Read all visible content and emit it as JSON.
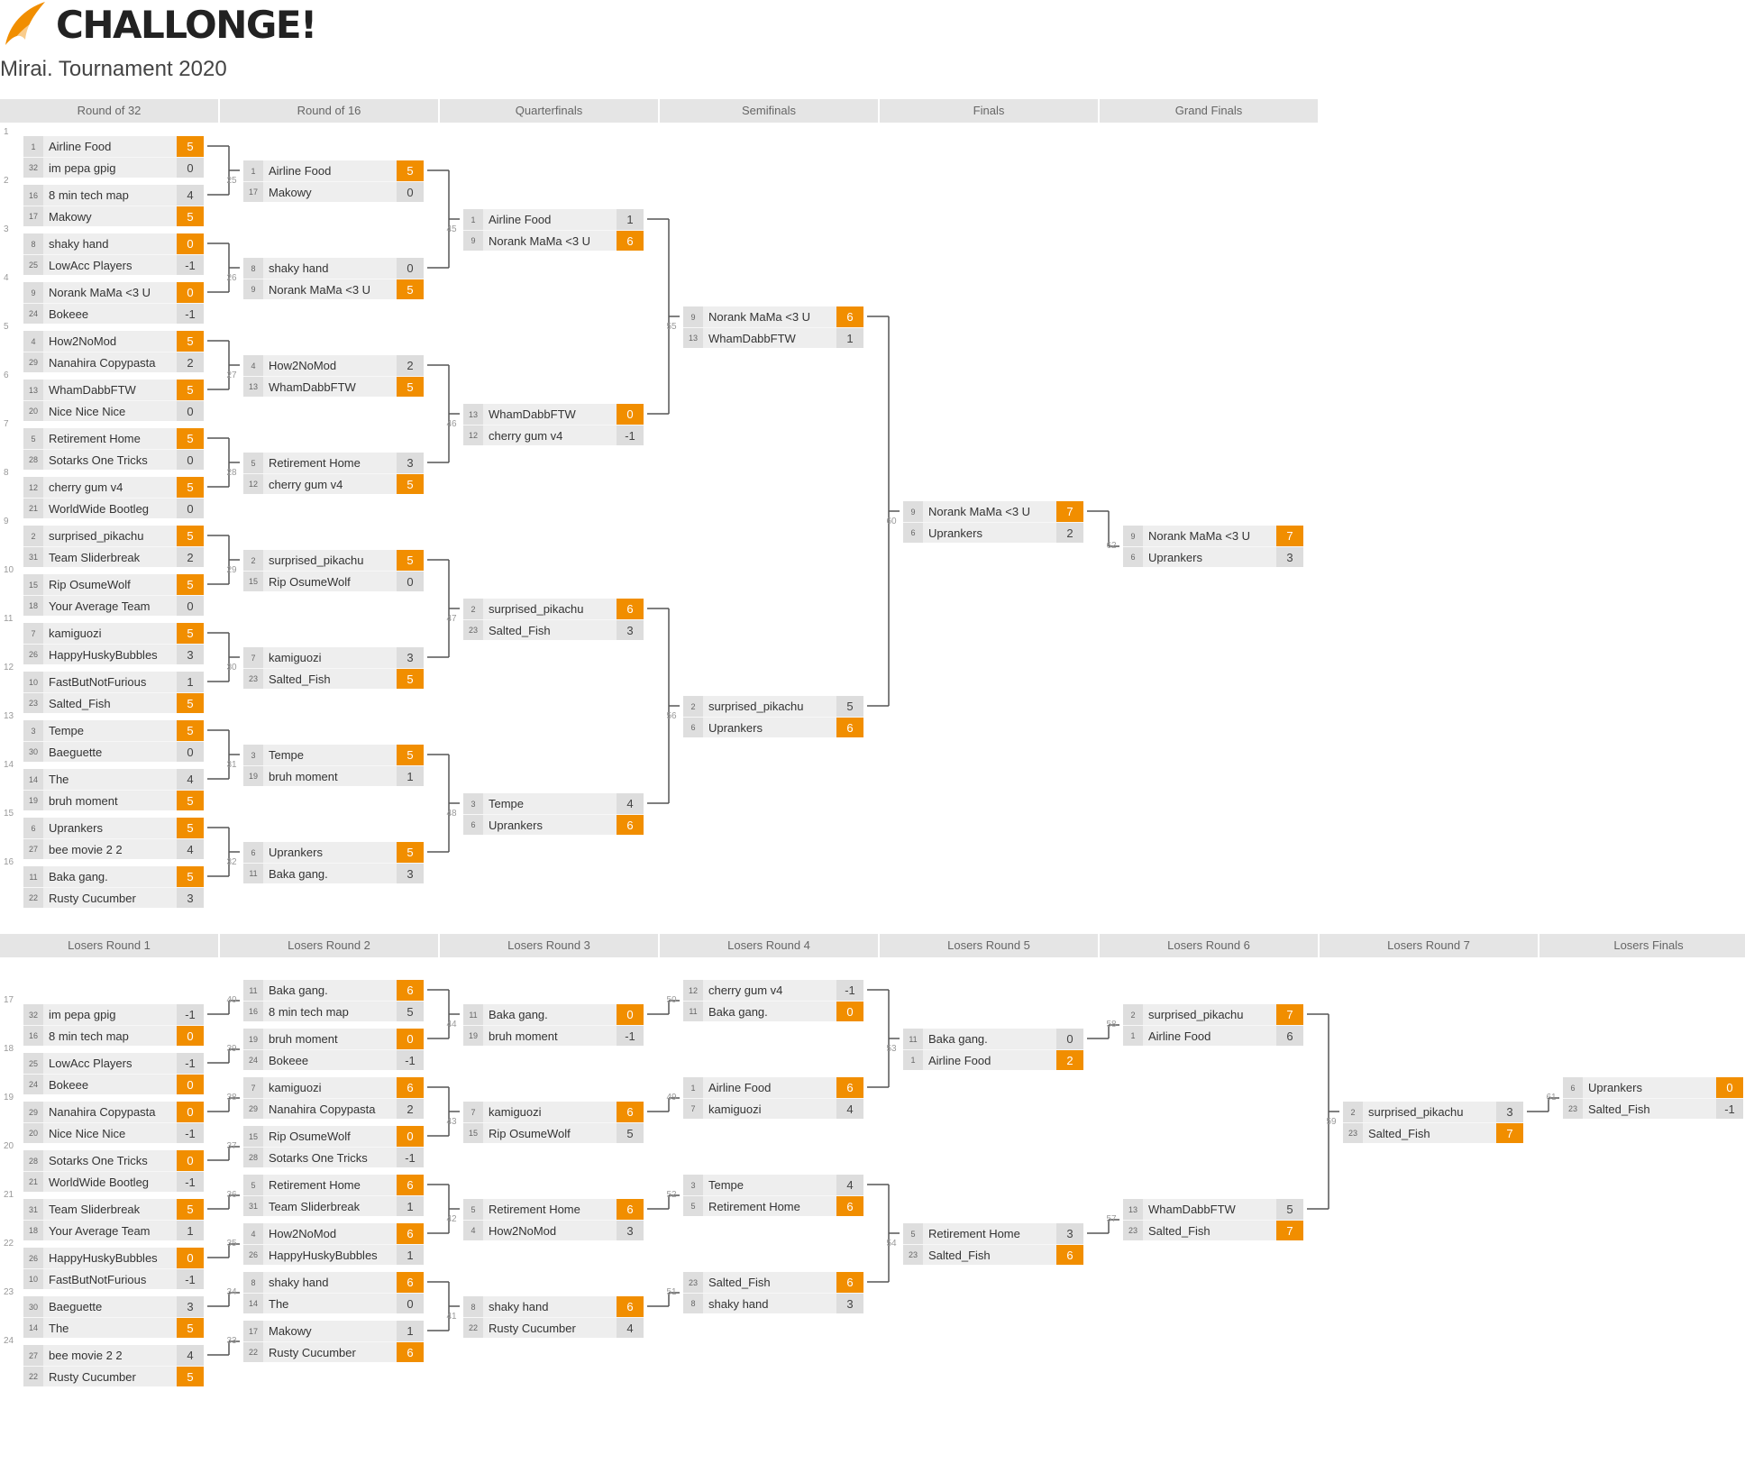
{
  "brand": "CHALLONGE!",
  "tournament_title": "Mirai. Tournament 2020",
  "colors": {
    "accent": "#f18e00",
    "header_bg": "#e5e5e5"
  },
  "winners_rounds": [
    "Round of 32",
    "Round of 16",
    "Quarterfinals",
    "Semifinals",
    "Finals",
    "Grand Finals"
  ],
  "losers_rounds": [
    "Losers Round 1",
    "Losers Round 2",
    "Losers Round 3",
    "Losers Round 4",
    "Losers Round 5",
    "Losers Round 6",
    "Losers Round 7",
    "Losers Finals"
  ],
  "winners": [
    [
      {
        "id": "1",
        "p": [
          [
            "1",
            "Airline Food",
            "5",
            true
          ],
          [
            "32",
            "im pepa gpig",
            "0",
            false
          ]
        ]
      },
      {
        "id": "2",
        "p": [
          [
            "16",
            "8 min tech map",
            "4",
            false
          ],
          [
            "17",
            "Makowy",
            "5",
            true
          ]
        ]
      },
      {
        "id": "3",
        "p": [
          [
            "8",
            "shaky hand",
            "0",
            true
          ],
          [
            "25",
            "LowAcc Players",
            "-1",
            false
          ]
        ]
      },
      {
        "id": "4",
        "p": [
          [
            "9",
            "Norank MaMa <3 U",
            "0",
            true
          ],
          [
            "24",
            "Bokeee",
            "-1",
            false
          ]
        ]
      },
      {
        "id": "5",
        "p": [
          [
            "4",
            "How2NoMod",
            "5",
            true
          ],
          [
            "29",
            "Nanahira Copypasta",
            "2",
            false
          ]
        ]
      },
      {
        "id": "6",
        "p": [
          [
            "13",
            "WhamDabbFTW",
            "5",
            true
          ],
          [
            "20",
            "Nice Nice Nice",
            "0",
            false
          ]
        ]
      },
      {
        "id": "7",
        "p": [
          [
            "5",
            "Retirement Home",
            "5",
            true
          ],
          [
            "28",
            "Sotarks One Tricks",
            "0",
            false
          ]
        ]
      },
      {
        "id": "8",
        "p": [
          [
            "12",
            "cherry gum v4",
            "5",
            true
          ],
          [
            "21",
            "WorldWide Bootleg",
            "0",
            false
          ]
        ]
      },
      {
        "id": "9",
        "p": [
          [
            "2",
            "surprised_pikachu",
            "5",
            true
          ],
          [
            "31",
            "Team Sliderbreak",
            "2",
            false
          ]
        ]
      },
      {
        "id": "10",
        "p": [
          [
            "15",
            "Rip OsumeWolf",
            "5",
            true
          ],
          [
            "18",
            "Your Average Team",
            "0",
            false
          ]
        ]
      },
      {
        "id": "11",
        "p": [
          [
            "7",
            "kamiguozi",
            "5",
            true
          ],
          [
            "26",
            "HappyHuskyBubbles",
            "3",
            false
          ]
        ]
      },
      {
        "id": "12",
        "p": [
          [
            "10",
            "FastButNotFurious",
            "1",
            false
          ],
          [
            "23",
            "Salted_Fish",
            "5",
            true
          ]
        ]
      },
      {
        "id": "13",
        "p": [
          [
            "3",
            "Tempe",
            "5",
            true
          ],
          [
            "30",
            "Baeguette",
            "0",
            false
          ]
        ]
      },
      {
        "id": "14",
        "p": [
          [
            "14",
            "The",
            "4",
            false
          ],
          [
            "19",
            "bruh moment",
            "5",
            true
          ]
        ]
      },
      {
        "id": "15",
        "p": [
          [
            "6",
            "Uprankers",
            "5",
            true
          ],
          [
            "27",
            "bee movie 2 2",
            "4",
            false
          ]
        ]
      },
      {
        "id": "16",
        "p": [
          [
            "11",
            "Baka gang.",
            "5",
            true
          ],
          [
            "22",
            "Rusty Cucumber",
            "3",
            false
          ]
        ]
      }
    ],
    [
      {
        "id": "25",
        "p": [
          [
            "1",
            "Airline Food",
            "5",
            true
          ],
          [
            "17",
            "Makowy",
            "0",
            false
          ]
        ]
      },
      {
        "id": "26",
        "p": [
          [
            "8",
            "shaky hand",
            "0",
            false
          ],
          [
            "9",
            "Norank MaMa <3 U",
            "5",
            true
          ]
        ]
      },
      {
        "id": "27",
        "p": [
          [
            "4",
            "How2NoMod",
            "2",
            false
          ],
          [
            "13",
            "WhamDabbFTW",
            "5",
            true
          ]
        ]
      },
      {
        "id": "28",
        "p": [
          [
            "5",
            "Retirement Home",
            "3",
            false
          ],
          [
            "12",
            "cherry gum v4",
            "5",
            true
          ]
        ]
      },
      {
        "id": "29",
        "p": [
          [
            "2",
            "surprised_pikachu",
            "5",
            true
          ],
          [
            "15",
            "Rip OsumeWolf",
            "0",
            false
          ]
        ]
      },
      {
        "id": "30",
        "p": [
          [
            "7",
            "kamiguozi",
            "3",
            false
          ],
          [
            "23",
            "Salted_Fish",
            "5",
            true
          ]
        ]
      },
      {
        "id": "31",
        "p": [
          [
            "3",
            "Tempe",
            "5",
            true
          ],
          [
            "19",
            "bruh moment",
            "1",
            false
          ]
        ]
      },
      {
        "id": "32",
        "p": [
          [
            "6",
            "Uprankers",
            "5",
            true
          ],
          [
            "11",
            "Baka gang.",
            "3",
            false
          ]
        ]
      }
    ],
    [
      {
        "id": "45",
        "p": [
          [
            "1",
            "Airline Food",
            "1",
            false
          ],
          [
            "9",
            "Norank MaMa <3 U",
            "6",
            true
          ]
        ]
      },
      {
        "id": "46",
        "p": [
          [
            "13",
            "WhamDabbFTW",
            "0",
            true
          ],
          [
            "12",
            "cherry gum v4",
            "-1",
            false
          ]
        ]
      },
      {
        "id": "47",
        "p": [
          [
            "2",
            "surprised_pikachu",
            "6",
            true
          ],
          [
            "23",
            "Salted_Fish",
            "3",
            false
          ]
        ]
      },
      {
        "id": "48",
        "p": [
          [
            "3",
            "Tempe",
            "4",
            false
          ],
          [
            "6",
            "Uprankers",
            "6",
            true
          ]
        ]
      }
    ],
    [
      {
        "id": "55",
        "p": [
          [
            "9",
            "Norank MaMa <3 U",
            "6",
            true
          ],
          [
            "13",
            "WhamDabbFTW",
            "1",
            false
          ]
        ]
      },
      {
        "id": "56",
        "p": [
          [
            "2",
            "surprised_pikachu",
            "5",
            false
          ],
          [
            "6",
            "Uprankers",
            "6",
            true
          ]
        ]
      }
    ],
    [
      {
        "id": "60",
        "p": [
          [
            "9",
            "Norank MaMa <3 U",
            "7",
            true
          ],
          [
            "6",
            "Uprankers",
            "2",
            false
          ]
        ]
      }
    ],
    [
      {
        "id": "62",
        "p": [
          [
            "9",
            "Norank MaMa <3 U",
            "7",
            true
          ],
          [
            "6",
            "Uprankers",
            "3",
            false
          ]
        ]
      }
    ]
  ],
  "losers": [
    [
      {
        "id": "17",
        "p": [
          [
            "32",
            "im pepa gpig",
            "-1",
            false
          ],
          [
            "16",
            "8 min tech map",
            "0",
            true
          ]
        ]
      },
      {
        "id": "18",
        "p": [
          [
            "25",
            "LowAcc Players",
            "-1",
            false
          ],
          [
            "24",
            "Bokeee",
            "0",
            true
          ]
        ]
      },
      {
        "id": "19",
        "p": [
          [
            "29",
            "Nanahira Copypasta",
            "0",
            true
          ],
          [
            "20",
            "Nice Nice Nice",
            "-1",
            false
          ]
        ]
      },
      {
        "id": "20",
        "p": [
          [
            "28",
            "Sotarks One Tricks",
            "0",
            true
          ],
          [
            "21",
            "WorldWide Bootleg",
            "-1",
            false
          ]
        ]
      },
      {
        "id": "21",
        "p": [
          [
            "31",
            "Team Sliderbreak",
            "5",
            true
          ],
          [
            "18",
            "Your Average Team",
            "1",
            false
          ]
        ]
      },
      {
        "id": "22",
        "p": [
          [
            "26",
            "HappyHuskyBubbles",
            "0",
            true
          ],
          [
            "10",
            "FastButNotFurious",
            "-1",
            false
          ]
        ]
      },
      {
        "id": "23",
        "p": [
          [
            "30",
            "Baeguette",
            "3",
            false
          ],
          [
            "14",
            "The",
            "5",
            true
          ]
        ]
      },
      {
        "id": "24",
        "p": [
          [
            "27",
            "bee movie 2 2",
            "4",
            false
          ],
          [
            "22",
            "Rusty Cucumber",
            "5",
            true
          ]
        ]
      }
    ],
    [
      {
        "id": "40",
        "p": [
          [
            "11",
            "Baka gang.",
            "6",
            true
          ],
          [
            "16",
            "8 min tech map",
            "5",
            false
          ]
        ]
      },
      {
        "id": "39",
        "p": [
          [
            "19",
            "bruh moment",
            "0",
            true
          ],
          [
            "24",
            "Bokeee",
            "-1",
            false
          ]
        ]
      },
      {
        "id": "38",
        "p": [
          [
            "7",
            "kamiguozi",
            "6",
            true
          ],
          [
            "29",
            "Nanahira Copypasta",
            "2",
            false
          ]
        ]
      },
      {
        "id": "37",
        "p": [
          [
            "15",
            "Rip OsumeWolf",
            "0",
            true
          ],
          [
            "28",
            "Sotarks One Tricks",
            "-1",
            false
          ]
        ]
      },
      {
        "id": "36",
        "p": [
          [
            "5",
            "Retirement Home",
            "6",
            true
          ],
          [
            "31",
            "Team Sliderbreak",
            "1",
            false
          ]
        ]
      },
      {
        "id": "35",
        "p": [
          [
            "4",
            "How2NoMod",
            "6",
            true
          ],
          [
            "26",
            "HappyHuskyBubbles",
            "1",
            false
          ]
        ]
      },
      {
        "id": "34",
        "p": [
          [
            "8",
            "shaky hand",
            "6",
            true
          ],
          [
            "14",
            "The",
            "0",
            false
          ]
        ]
      },
      {
        "id": "33",
        "p": [
          [
            "17",
            "Makowy",
            "1",
            false
          ],
          [
            "22",
            "Rusty Cucumber",
            "6",
            true
          ]
        ]
      }
    ],
    [
      {
        "id": "44",
        "p": [
          [
            "11",
            "Baka gang.",
            "0",
            true
          ],
          [
            "19",
            "bruh moment",
            "-1",
            false
          ]
        ]
      },
      {
        "id": "43",
        "p": [
          [
            "7",
            "kamiguozi",
            "6",
            true
          ],
          [
            "15",
            "Rip OsumeWolf",
            "5",
            false
          ]
        ]
      },
      {
        "id": "42",
        "p": [
          [
            "5",
            "Retirement Home",
            "6",
            true
          ],
          [
            "4",
            "How2NoMod",
            "3",
            false
          ]
        ]
      },
      {
        "id": "41",
        "p": [
          [
            "8",
            "shaky hand",
            "6",
            true
          ],
          [
            "22",
            "Rusty Cucumber",
            "4",
            false
          ]
        ]
      }
    ],
    [
      {
        "id": "50",
        "p": [
          [
            "12",
            "cherry gum v4",
            "-1",
            false
          ],
          [
            "11",
            "Baka gang.",
            "0",
            true
          ]
        ]
      },
      {
        "id": "49",
        "p": [
          [
            "1",
            "Airline Food",
            "6",
            true
          ],
          [
            "7",
            "kamiguozi",
            "4",
            false
          ]
        ]
      },
      {
        "id": "52",
        "p": [
          [
            "3",
            "Tempe",
            "4",
            false
          ],
          [
            "5",
            "Retirement Home",
            "6",
            true
          ]
        ]
      },
      {
        "id": "51",
        "p": [
          [
            "23",
            "Salted_Fish",
            "6",
            true
          ],
          [
            "8",
            "shaky hand",
            "3",
            false
          ]
        ]
      }
    ],
    [
      {
        "id": "53",
        "p": [
          [
            "11",
            "Baka gang.",
            "0",
            false
          ],
          [
            "1",
            "Airline Food",
            "2",
            true
          ]
        ]
      },
      {
        "id": "54",
        "p": [
          [
            "5",
            "Retirement Home",
            "3",
            false
          ],
          [
            "23",
            "Salted_Fish",
            "6",
            true
          ]
        ]
      }
    ],
    [
      {
        "id": "58",
        "p": [
          [
            "2",
            "surprised_pikachu",
            "7",
            true
          ],
          [
            "1",
            "Airline Food",
            "6",
            false
          ]
        ]
      },
      {
        "id": "57",
        "p": [
          [
            "13",
            "WhamDabbFTW",
            "5",
            false
          ],
          [
            "23",
            "Salted_Fish",
            "7",
            true
          ]
        ]
      }
    ],
    [
      {
        "id": "59",
        "p": [
          [
            "2",
            "surprised_pikachu",
            "3",
            false
          ],
          [
            "23",
            "Salted_Fish",
            "7",
            true
          ]
        ]
      }
    ],
    [
      {
        "id": "61",
        "p": [
          [
            "6",
            "Uprankers",
            "0",
            true
          ],
          [
            "23",
            "Salted_Fish",
            "-1",
            false
          ]
        ]
      }
    ]
  ]
}
